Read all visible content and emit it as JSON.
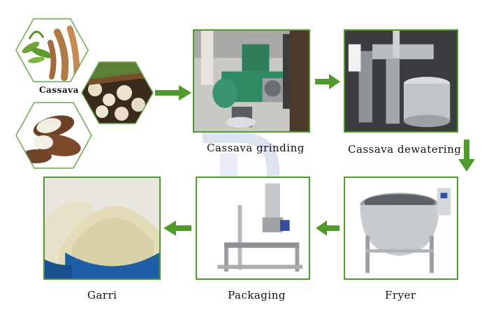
{
  "labels": {
    "cassava": "Cassava",
    "grinding": "Cassava grinding",
    "dewatering": "Cassava dewatering",
    "fryer": "Fryer",
    "packaging": "Packaging",
    "garri": "Garri"
  },
  "colors": {
    "frame_border": "#4f9a2a",
    "arrow": "#4f9a2a",
    "watermark": "#8fa6c8"
  }
}
